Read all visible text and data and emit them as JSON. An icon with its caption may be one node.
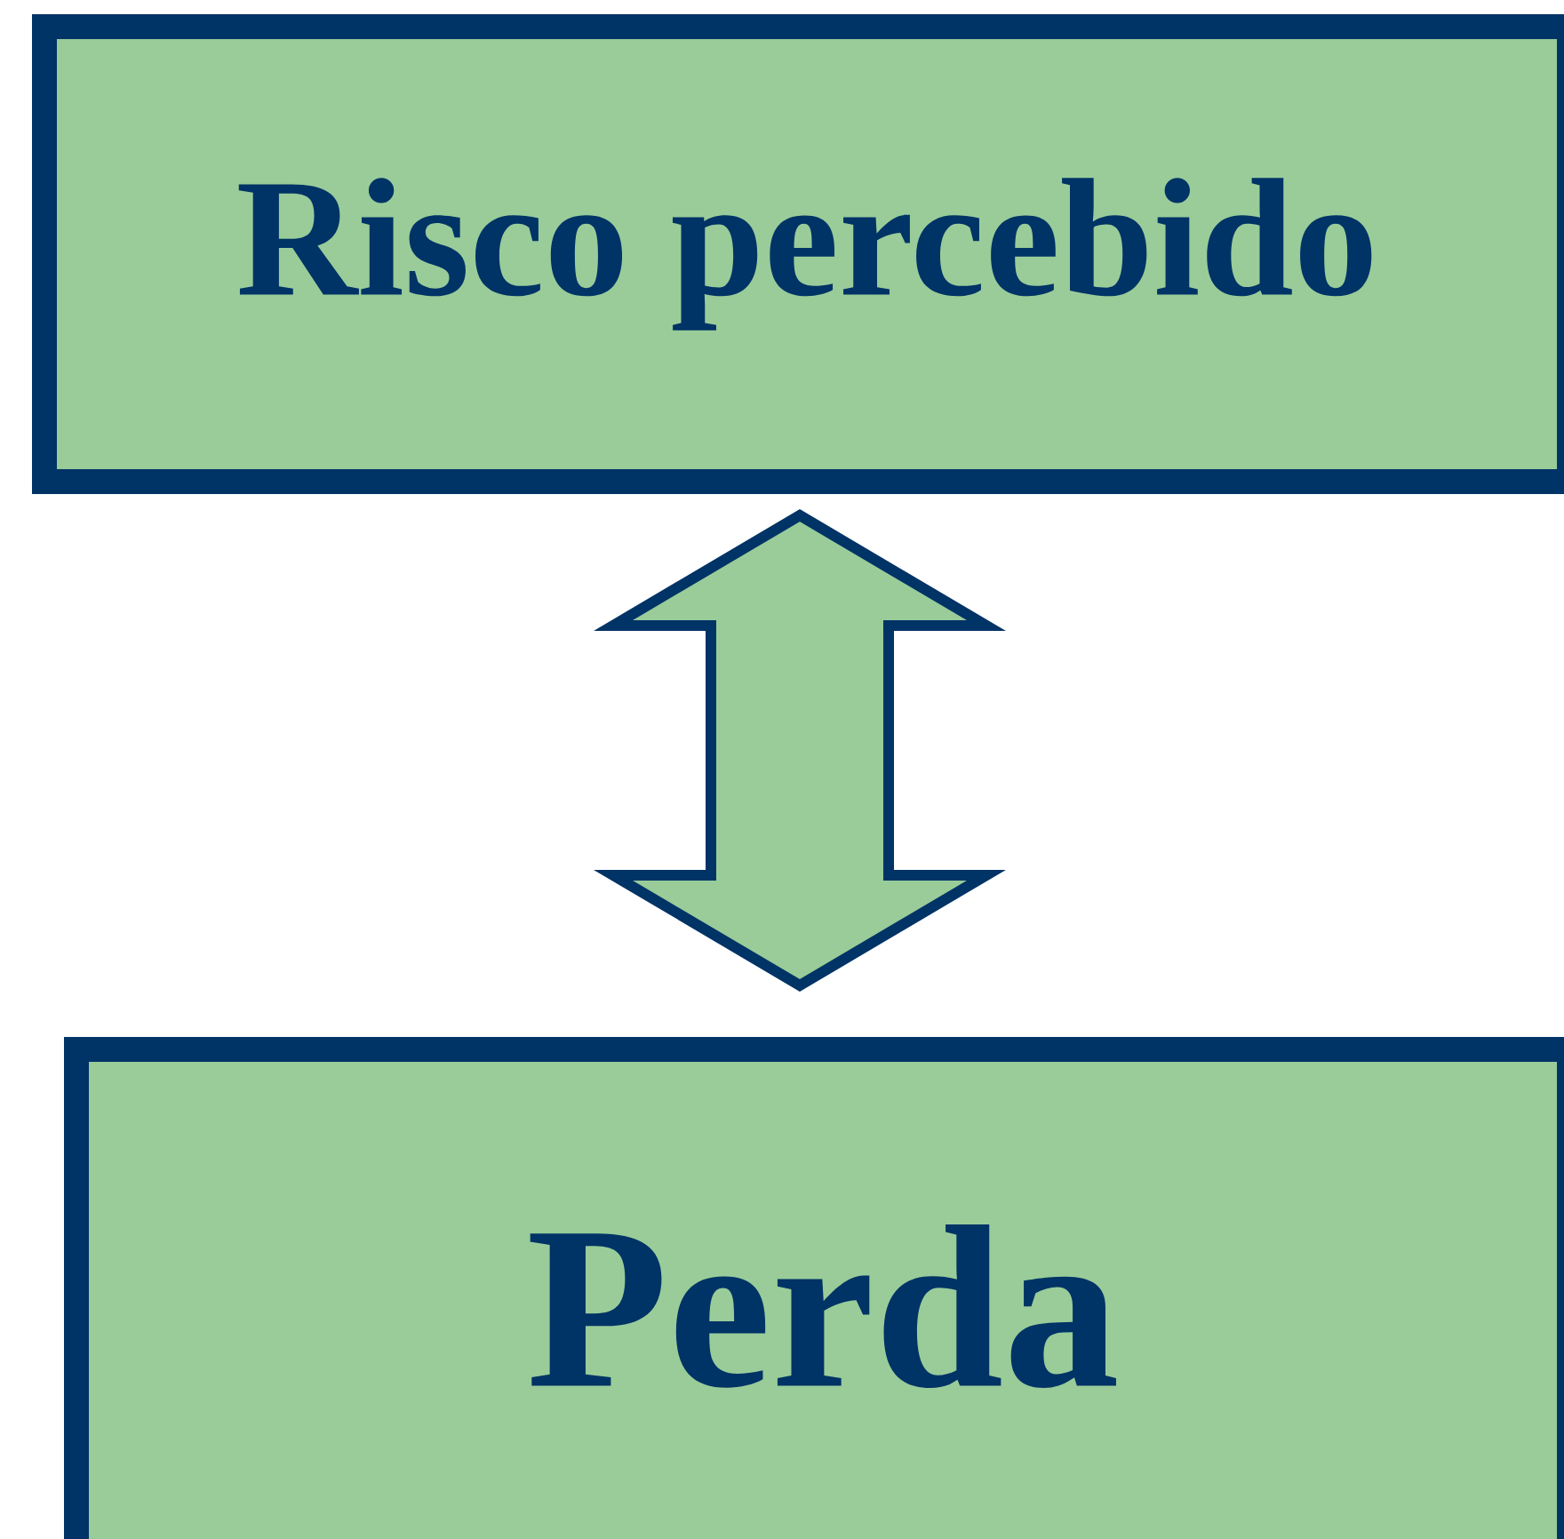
{
  "diagram": {
    "nodes": [
      {
        "text": [
          "Risco percebido"
        ]
      },
      {
        "text": [
          "Perda"
        ]
      }
    ],
    "edges": [
      {
        "from": 0,
        "to": 1,
        "arrow": "both"
      }
    ]
  }
}
